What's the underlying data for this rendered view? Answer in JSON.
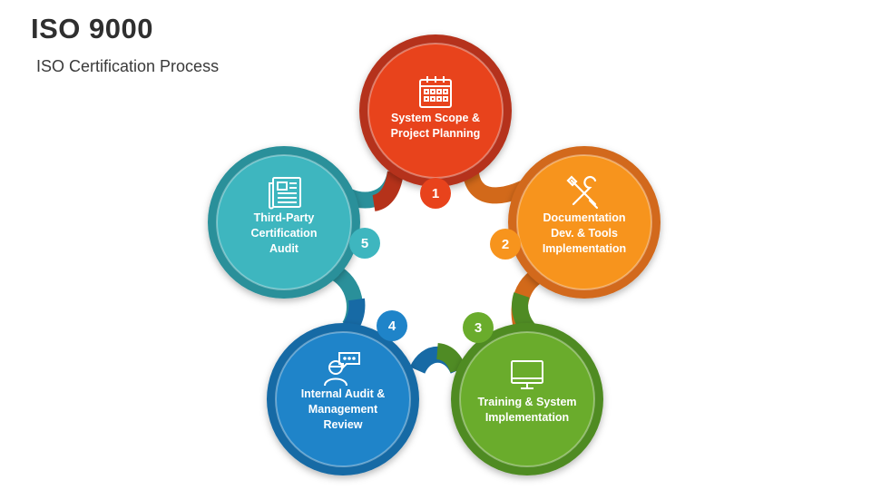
{
  "header": {
    "title": "ISO 9000",
    "subtitle": "ISO Certification Process"
  },
  "steps": [
    {
      "number": "1",
      "label": "System Scope & Project Planning",
      "lines": [
        "System Scope &",
        "Project Planning"
      ],
      "icon": "calendar-icon",
      "color": "#e8431c",
      "ring": "#b5321a"
    },
    {
      "number": "2",
      "label": "Documentation Dev. & Tools Implementation",
      "lines": [
        "Documentation",
        "Dev. & Tools",
        "Implementation"
      ],
      "icon": "tools-icon",
      "color": "#f7941d",
      "ring": "#d2691a"
    },
    {
      "number": "3",
      "label": "Training & System Implementation",
      "lines": [
        "Training & System",
        "Implementation"
      ],
      "icon": "monitor-icon",
      "color": "#6aac2c",
      "ring": "#4f8b24"
    },
    {
      "number": "4",
      "label": "Internal Audit & Management Review",
      "lines": [
        "Internal Audit &",
        "Management",
        "Review"
      ],
      "icon": "auditor-icon",
      "color": "#1f84c9",
      "ring": "#176aa5"
    },
    {
      "number": "5",
      "label": "Third-Party Certification Audit",
      "lines": [
        "Third-Party",
        "Certification",
        "Audit"
      ],
      "icon": "certificate-icon",
      "color": "#3eb6bf",
      "ring": "#2a909a"
    }
  ]
}
